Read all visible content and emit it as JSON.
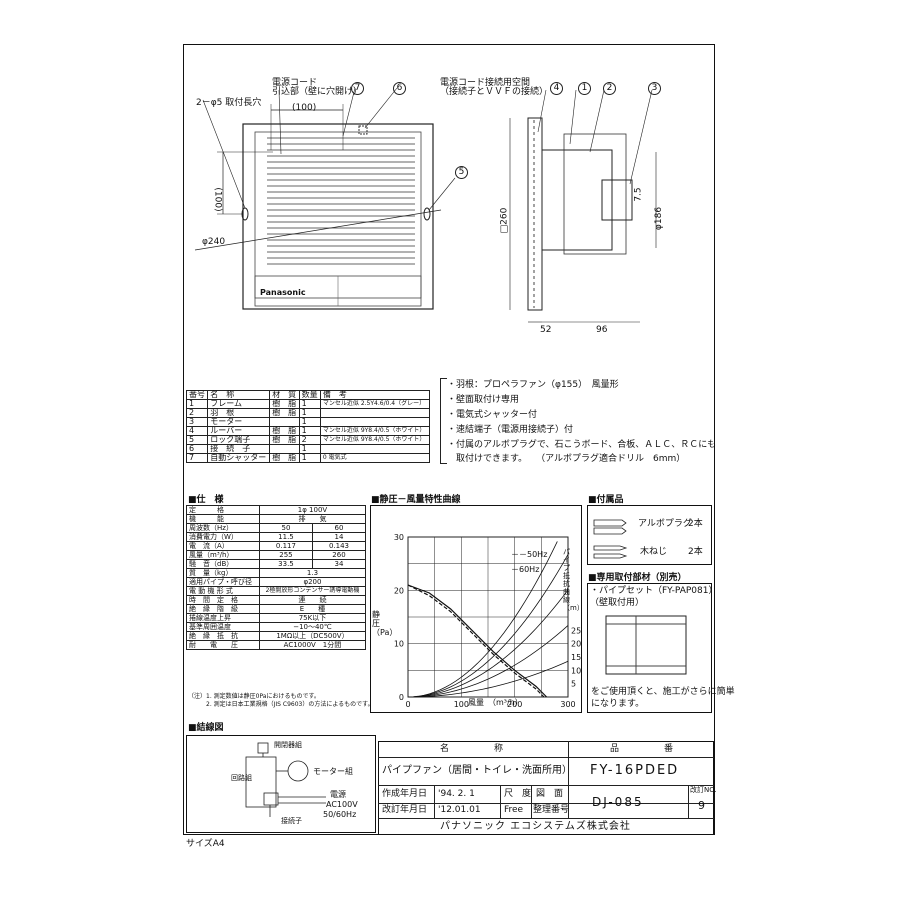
{
  "drawing": {
    "front": {
      "cord_label_1": "電源コード",
      "cord_label_2": "引込部（壁に穴開け）",
      "hole_label": "2－φ5 取付長穴",
      "dim_100_h": "(100)",
      "dim_100_v": "(100)",
      "dim_240": "φ240",
      "brand": "Panasonic"
    },
    "side": {
      "space_label_1": "電源コード接続用空間",
      "space_label_2": "（接続子とＶＶＦの接続）",
      "dim_260": "□260",
      "dim_52": "52",
      "dim_96": "96",
      "dim_7_5": "7.5",
      "dim_186": "φ186"
    },
    "callouts": [
      "1",
      "2",
      "3",
      "4",
      "5",
      "6",
      "7"
    ]
  },
  "parts": {
    "headers": [
      "番号",
      "名　称",
      "材　質",
      "数量",
      "備　考"
    ],
    "rows": [
      [
        "1",
        "フレーム",
        "樹　脂",
        "1",
        "マンセル近似 2.5Y4.6/0.4（グレー）"
      ],
      [
        "2",
        "羽　根",
        "樹　脂",
        "1",
        ""
      ],
      [
        "3",
        "モーター",
        "",
        "1",
        ""
      ],
      [
        "4",
        "ルーバー",
        "樹　脂",
        "1",
        "マンセル近似 9Y8.4/0.5（ホワイト）"
      ],
      [
        "5",
        "ロック端子",
        "樹　脂",
        "2",
        "マンセル近似 9Y8.4/0.5（ホワイト）"
      ],
      [
        "6",
        "接　続　子",
        "",
        "1",
        ""
      ],
      [
        "7",
        "自動シャッター",
        "樹　脂",
        "1",
        "0 電気式"
      ]
    ]
  },
  "notes": [
    "・羽根：プロペラファン（φ155）　風量形",
    "・壁面取付け専用",
    "・電気式シャッター付",
    "・速結端子（電源用接続子）付",
    "・付属のアルボプラグで、石こうボード、合板、ＡＬＣ、ＲＣにも",
    "　取付けできます。　　（アルボプラグ適合ドリル　6mm）"
  ],
  "spec": {
    "title": "■仕　様",
    "rows": [
      [
        "定　　　格",
        "1φ 100V",
        ""
      ],
      [
        "機　　　能",
        "排　　気",
        ""
      ],
      [
        "周波数（Hz）",
        "50",
        "60"
      ],
      [
        "消費電力（W）",
        "11.5",
        "14"
      ],
      [
        "電　流（A）",
        "0.117",
        "0.143"
      ],
      [
        "風量（m³/h）",
        "255",
        "260"
      ],
      [
        "騒　音（dB）",
        "33.5",
        "34"
      ],
      [
        "質　量（kg）",
        "1.3",
        ""
      ],
      [
        "適用パイプ・呼び径",
        "φ200",
        ""
      ],
      [
        "電 動 機 形 式",
        "2極開放形コンデンサー誘導電動機",
        ""
      ],
      [
        "時　間　定　格",
        "連　　続",
        ""
      ],
      [
        "絶　縁　階　級",
        "E　　種",
        ""
      ],
      [
        "捲線温度上昇",
        "75K以下",
        ""
      ],
      [
        "基準周囲温度",
        "−10〜40℃",
        ""
      ],
      [
        "絶　縁　抵　抗",
        "1MΩ以上（DC500V）",
        ""
      ],
      [
        "耐　　電　　圧",
        "AC1000V　1分間",
        ""
      ]
    ],
    "notes": [
      "（注）1. 測定数値は静圧0Paにおけるものです。",
      "　　　2. 測定は日本工業規格（JIS C9603）の方法によるものです。"
    ]
  },
  "chart_data": {
    "type": "line",
    "title": "■静圧－風量特性曲線",
    "xlabel": "風量　（m³/h）",
    "ylabel": "静圧　（Pa）",
    "y2label": "パイプ抵抗曲線（m）",
    "xlim": [
      0,
      300
    ],
    "ylim": [
      0,
      30
    ],
    "xticks": [
      "0",
      "100",
      "200",
      "300"
    ],
    "yticks": [
      "0",
      "10",
      "20",
      "30"
    ],
    "pipe_labels": [
      "25",
      "20",
      "15",
      "10",
      "5"
    ],
    "grid": true,
    "series": [
      {
        "name": "－－50Hz",
        "x": [
          0,
          40,
          80,
          120,
          160,
          200,
          240,
          255
        ],
        "y": [
          21,
          19,
          16,
          12,
          8,
          4.5,
          1.5,
          0
        ]
      },
      {
        "name": "－60Hz",
        "x": [
          0,
          40,
          80,
          120,
          160,
          200,
          240,
          260
        ],
        "y": [
          21,
          19.5,
          16.5,
          12.5,
          8.5,
          5,
          2,
          0
        ]
      }
    ],
    "pipe_curves": [
      {
        "label": "25",
        "k": 0.000372
      },
      {
        "label": "20",
        "k": 0.000297
      },
      {
        "label": "15",
        "k": 0.000223
      },
      {
        "label": "10",
        "k": 0.000149
      },
      {
        "label": "5",
        "k": 7.44e-05
      }
    ]
  },
  "accessories": {
    "title": "■付属品",
    "items": [
      {
        "name": "アルボプラグ",
        "qty": "2本"
      },
      {
        "name": "木ねじ",
        "qty": "2本"
      }
    ]
  },
  "optional": {
    "title": "■専用取付部材（別売）",
    "line1": "・パイプセット（FY-PAP081）",
    "line2": "（壁取付用）",
    "note1": "をご使用頂くと、施工がさらに簡単",
    "note2": "になります。"
  },
  "wiring": {
    "title": "■結線図",
    "switch_label": "開閉器組",
    "circuit_label": "回路組",
    "motor_label": "モーター組",
    "power_1": "電源",
    "power_2": "AC100V",
    "power_3": "50/60Hz",
    "connector_label": "接続子"
  },
  "title_block": {
    "name_header": "名　　　　　称",
    "code_header": "品　　　　　番",
    "product_name": "パイプファン（居間・トイレ・洗面所用）",
    "product_code": "FY-16PDED",
    "created_label": "作成年月日",
    "created_date": "'94. 2. 1",
    "revised_label": "改訂年月日",
    "revised_date": "'12.01.01",
    "scale_label": "尺　度",
    "scale_value": "Free",
    "figure_label": "図　面",
    "ref_label": "整理番号",
    "drawing_no": "DJ-085",
    "rev_label": "改訂NO.",
    "rev_no": "9",
    "company": "パナソニック エコシステムズ株式会社"
  },
  "paper_size": "サイズA4"
}
